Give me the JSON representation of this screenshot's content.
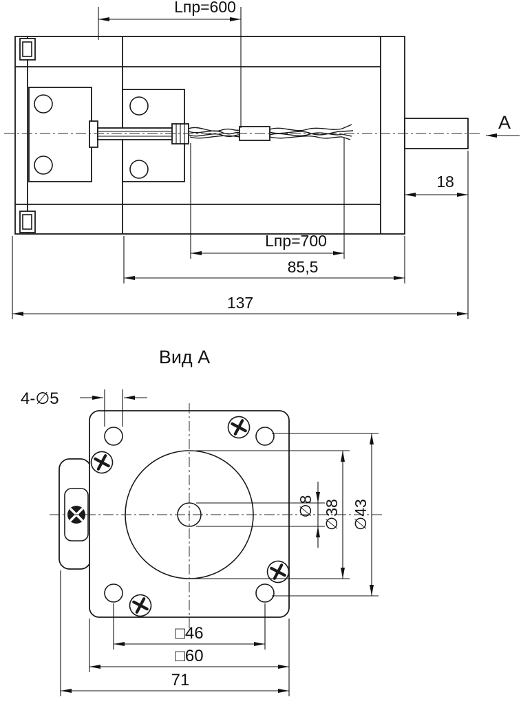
{
  "side_view": {
    "dim_wire_length_top": "Lпр=600",
    "dim_wire_length_bottom": "Lпр=700",
    "dim_flange_to_rear": "85,5",
    "dim_overall_length": "137",
    "dim_shaft_length": "18",
    "view_arrow_label": "А"
  },
  "front_view": {
    "title": "Вид А",
    "dim_mounting_holes": "4-∅5",
    "dim_shaft_diameter": "∅8",
    "dim_pilot_diameter": "∅38",
    "dim_boss_diameter": "∅43",
    "dim_hole_spacing": "□46",
    "dim_body_size": "□60",
    "dim_overall_width": "71"
  }
}
